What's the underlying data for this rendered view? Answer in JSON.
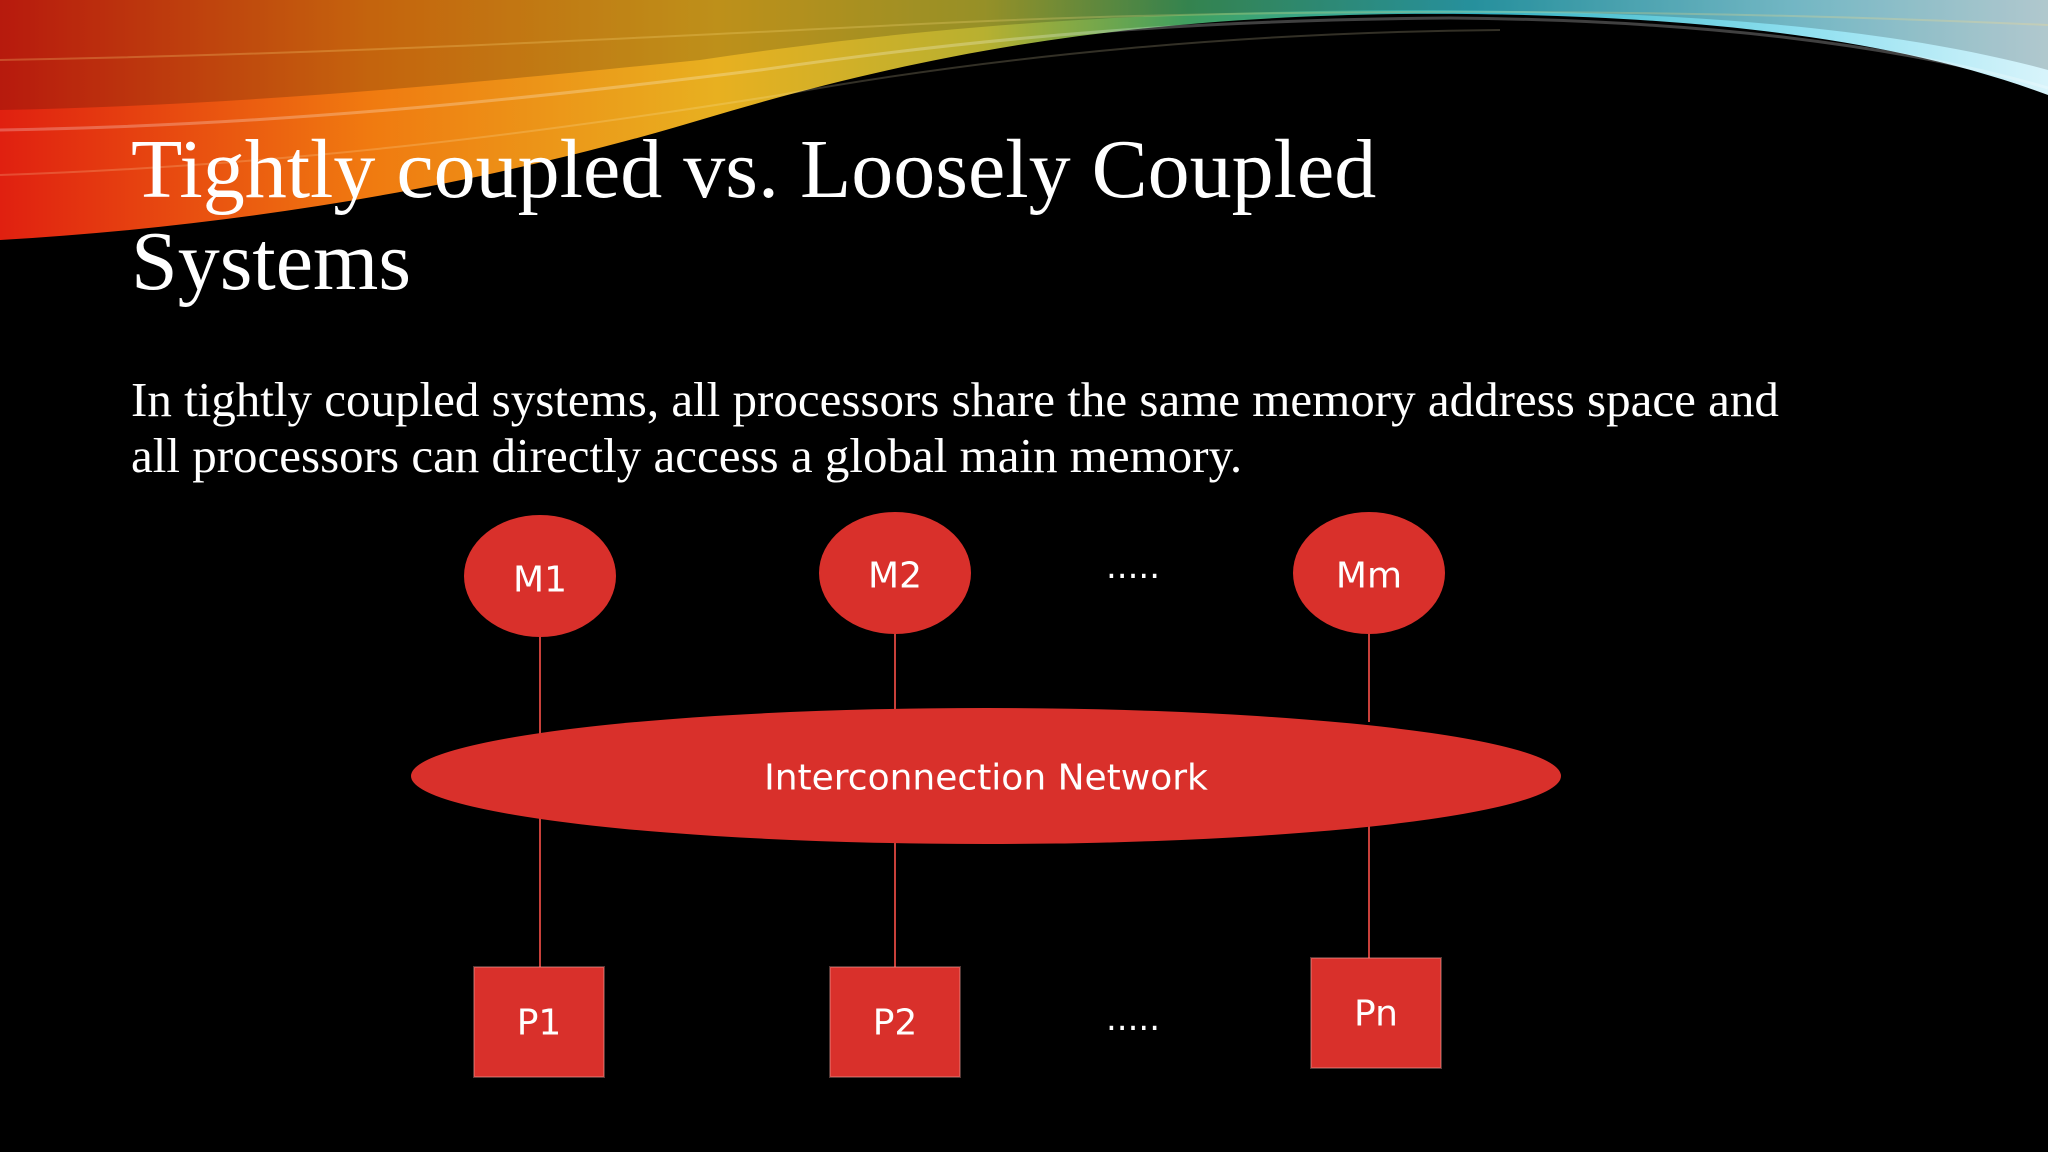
{
  "slide": {
    "title_line1": "Tightly coupled vs. Loosely Coupled",
    "title_line2": "Systems",
    "body_line1": "In tightly coupled systems, all processors share the same memory address space and",
    "body_line2": "all processors can directly access a global main memory."
  },
  "diagram": {
    "memory_nodes": [
      "M1",
      "M2",
      "Mm"
    ],
    "processor_nodes": [
      "P1",
      "P2",
      "Pn"
    ],
    "network_label": "Interconnection Network",
    "ellipsis_top": ".....",
    "ellipsis_bottom": "....."
  },
  "colors": {
    "background": "#000000",
    "node_fill": "#d9302b",
    "text": "#ffffff",
    "connector": "#c8403a"
  }
}
